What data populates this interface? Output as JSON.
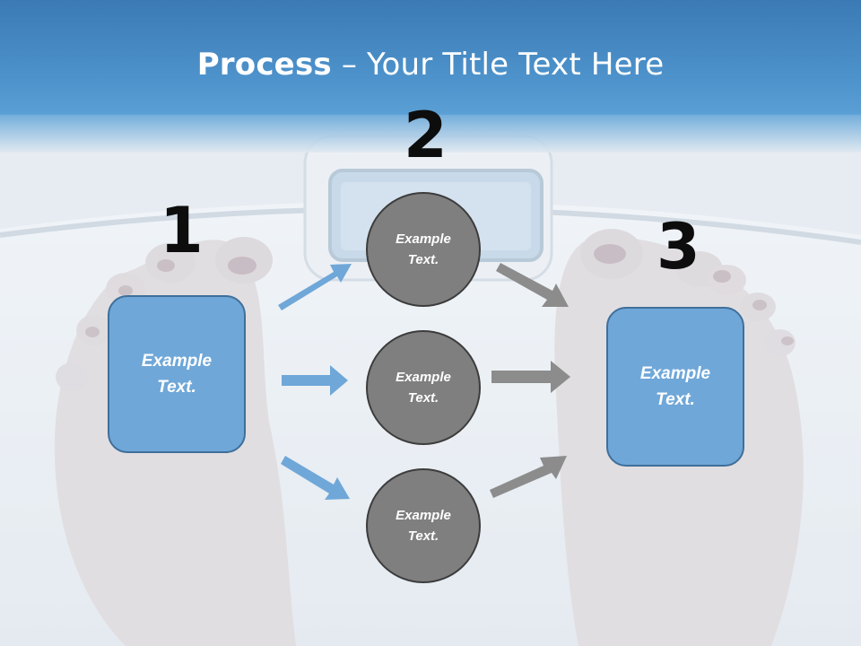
{
  "title": {
    "bold": "Process",
    "rest": " – Your Title Text Here"
  },
  "steps": {
    "one": "1",
    "two": "2",
    "three": "3"
  },
  "left_box": {
    "line1": "Example",
    "line2": "Text."
  },
  "right_box": {
    "line1": "Example",
    "line2": "Text."
  },
  "circles": [
    {
      "line1": "Example",
      "line2": "Text."
    },
    {
      "line1": "Example",
      "line2": "Text."
    },
    {
      "line1": "Example",
      "line2": "Text."
    }
  ],
  "colors": {
    "header_blue": "#4f90c8",
    "box_fill": "#6fa7d8",
    "box_border": "#3f6f9a",
    "circle_fill": "#7f7f7f",
    "blue_arrow": "#6fa7d8",
    "gray_arrow": "#8c8c8c"
  }
}
